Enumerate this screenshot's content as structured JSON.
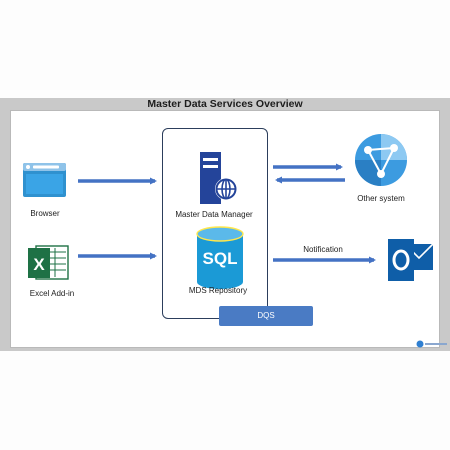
{
  "diagram": {
    "title": "Master Data Services Overview",
    "nodes": {
      "browser": "Browser",
      "excel": "Excel Add-in",
      "manager": "Master Data Manager",
      "repository": "MDS Repository",
      "dqs": "DQS",
      "other_system": "Other system"
    },
    "edges": {
      "notification": "Notification"
    },
    "sql_text": "SQL",
    "excel_glyph": "X",
    "outlook_glyph": "O"
  },
  "colors": {
    "arrow": "#4472c4",
    "accent": "#4a7bc4",
    "excel": "#1e7145",
    "outlook": "#0f5ea8",
    "sql": "#1b9ad6",
    "server": "#24449a",
    "azure": "#3c9be0"
  }
}
